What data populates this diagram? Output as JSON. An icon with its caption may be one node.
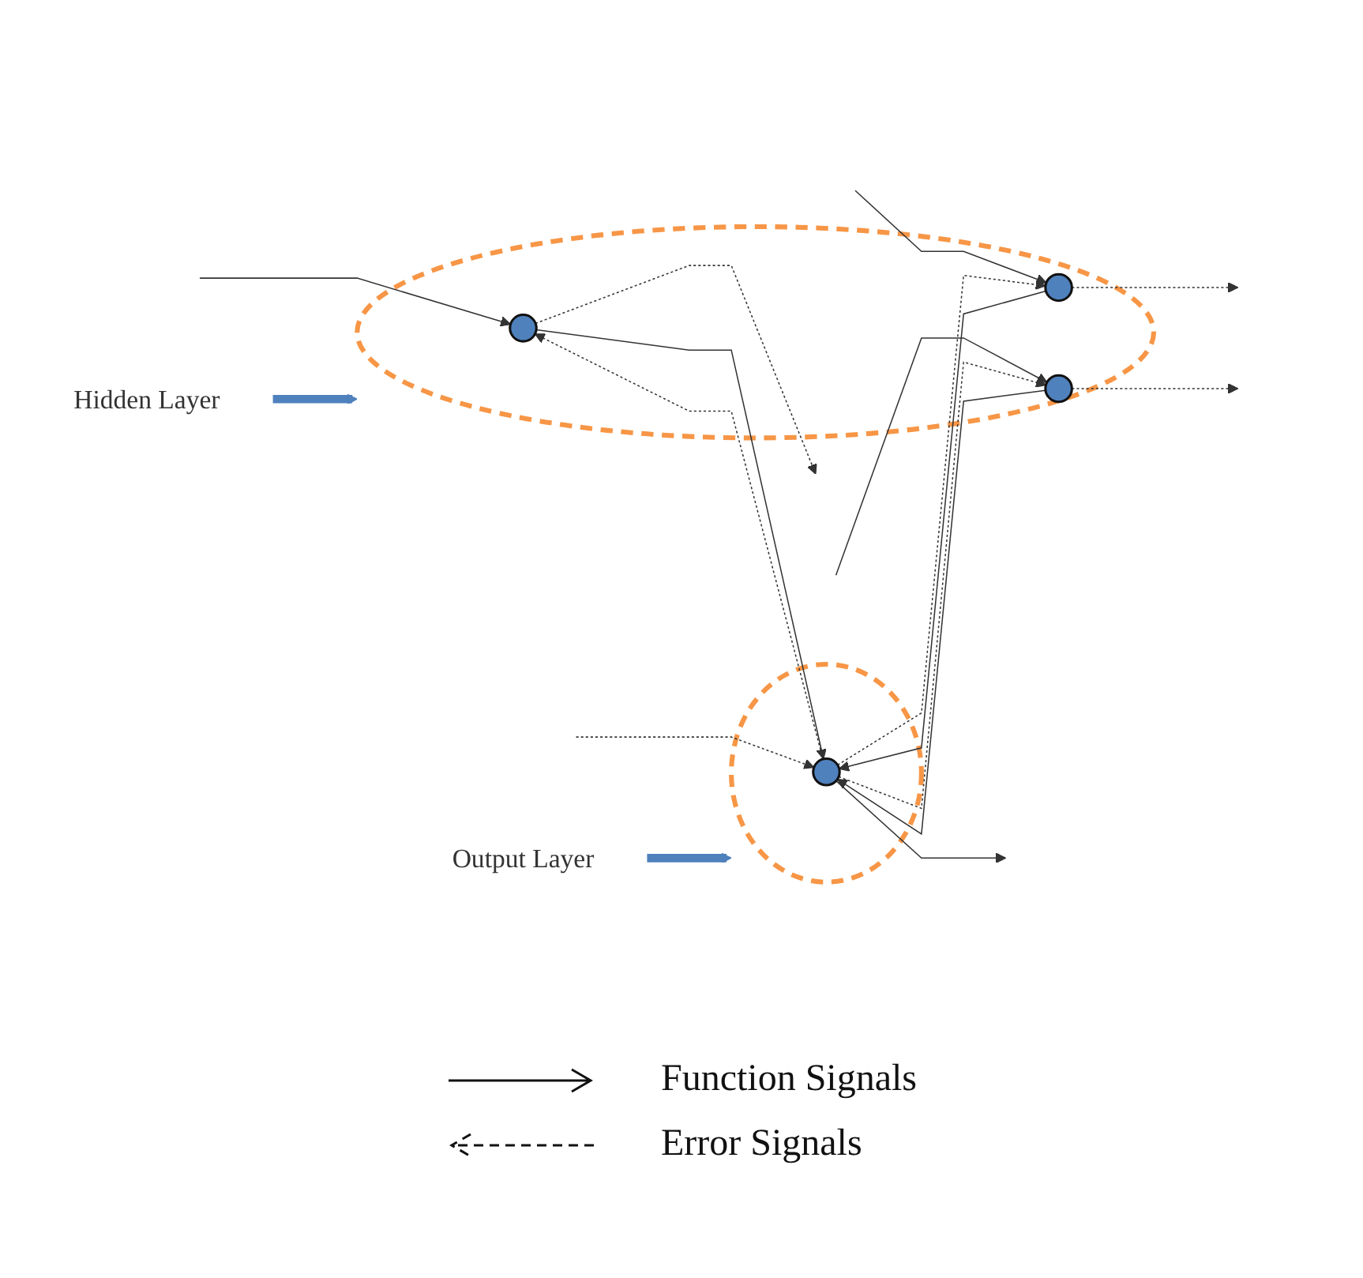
{
  "diagram": {
    "nodes": [
      {
        "text": [
          "Hidden Layer"
        ]
      },
      {
        "text": [],
        "shape": "ellipse"
      },
      {
        "text": [],
        "shape": "circle",
        "in": 1
      },
      {
        "text": [],
        "shape": "circle",
        "in": 1
      },
      {
        "text": [],
        "shape": "circle",
        "in": 1
      },
      {
        "text": [
          "Output Layer"
        ]
      },
      {
        "text": [],
        "shape": "ellipse"
      },
      {
        "text": [],
        "shape": "circle",
        "in": 6
      }
    ],
    "edges": [
      {
        "from": 0,
        "to": 1,
        "arrow": "to",
        "style": "thick",
        "color": "#4f81bd"
      },
      {
        "from": 5,
        "to": 6,
        "arrow": "to",
        "style": "thick",
        "color": "#4f81bd"
      },
      {
        "from": null,
        "to": 2,
        "arrow": "to"
      },
      {
        "from": 2,
        "to": null,
        "arrow": "to",
        "style": "dashed"
      },
      {
        "from": null,
        "to": 3,
        "arrow": "to"
      },
      {
        "from": 3,
        "to": null,
        "arrow": "to",
        "style": "dashed"
      },
      {
        "from": null,
        "to": 4,
        "arrow": "to"
      },
      {
        "from": 4,
        "to": null,
        "arrow": "to",
        "style": "dashed"
      },
      {
        "from": 2,
        "to": 7,
        "arrow": "to"
      },
      {
        "from": 3,
        "to": 7,
        "arrow": "to"
      },
      {
        "from": 4,
        "to": 7,
        "arrow": "to"
      },
      {
        "from": 7,
        "to": 2,
        "arrow": "to",
        "style": "dashed"
      },
      {
        "from": 7,
        "to": 3,
        "arrow": "to",
        "style": "dashed"
      },
      {
        "from": 7,
        "to": 4,
        "arrow": "to",
        "style": "dashed"
      },
      {
        "from": 7,
        "to": null,
        "arrow": "to"
      },
      {
        "from": null,
        "to": 7,
        "arrow": "to",
        "style": "dashed"
      }
    ],
    "legend": [
      {
        "text": "Function Signals"
      },
      {
        "text": "Error Signals"
      }
    ]
  }
}
